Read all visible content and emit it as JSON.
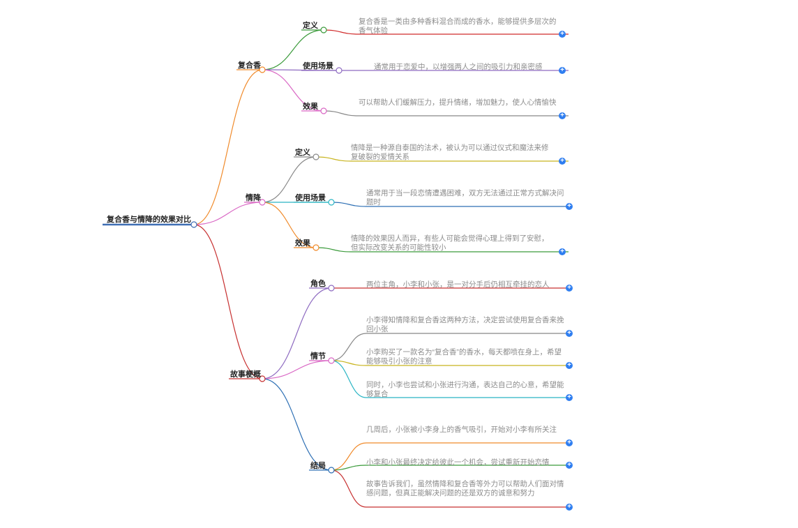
{
  "root": {
    "label": "复合香与情降的效果对比"
  },
  "colors": {
    "root_line": "#3f6fb4",
    "plus": "#2f7ef0",
    "leaf_text": "#8c8c8c"
  },
  "branches": [
    {
      "label": "复合香",
      "color": "#f08a2a",
      "subs": [
        {
          "label": "定义",
          "color": "#3a9a3a",
          "leaves": [
            {
              "text": "复合香是一类由多种香料混合而成的香水，能够提供多层次的香气体验",
              "color": "#d02a2a"
            }
          ]
        },
        {
          "label": "使用场景",
          "color": "#8e6bc1",
          "leaves": [
            {
              "text": "通常用于恋爱中，以增强两人之间的吸引力和亲密感",
              "color": "#8e6bc1"
            }
          ]
        },
        {
          "label": "效果",
          "color": "#d966c4",
          "leaves": [
            {
              "text": "可以帮助人们缓解压力，提升情绪，增加魅力，使人心情愉快",
              "color": "#888888"
            }
          ]
        }
      ]
    },
    {
      "label": "情降",
      "color": "#d966c4",
      "subs": [
        {
          "label": "定义",
          "color": "#888888",
          "leaves": [
            {
              "text": "情降是一种源自泰国的法术，被认为可以通过仪式和魔法来修复破裂的爱情关系",
              "color": "#c8b41e"
            }
          ]
        },
        {
          "label": "使用场景",
          "color": "#2bb5c4",
          "leaves": [
            {
              "text": "通常用于当一段恋情遭遇困难，双方无法通过正常方式解决问题时",
              "color": "#2d6fb4"
            }
          ]
        },
        {
          "label": "效果",
          "color": "#f08a2a",
          "leaves": [
            {
              "text": "情降的效果因人而异，有些人可能会觉得心理上得到了安慰，但实际改变关系的可能性较小",
              "color": "#3a9a3a"
            }
          ]
        }
      ]
    },
    {
      "label": "故事梗概",
      "color": "#c73030",
      "subs": [
        {
          "label": "角色",
          "color": "#8e6bc1",
          "leaves": [
            {
              "text": "两位主角，小李和小张，是一对分手后仍相互牵挂的恋人",
              "color": "#c73030"
            }
          ]
        },
        {
          "label": "情节",
          "color": "#d966c4",
          "leaves": [
            {
              "text": "小李得知情降和复合香这两种方法，决定尝试使用复合香来挽回小张",
              "color": "#888888"
            },
            {
              "text": "小李购买了一款名为“复合香”的香水，每天都喷在身上，希望能够吸引小张的注意",
              "color": "#c8b41e"
            },
            {
              "text": "同时，小李也尝试和小张进行沟通，表达自己的心意，希望能够复合",
              "color": "#2bb5c4"
            }
          ]
        },
        {
          "label": "结局",
          "color": "#2d6fb4",
          "leaves": [
            {
              "text": "几周后，小张被小李身上的香气吸引，开始对小李有所关注",
              "color": "#f08a2a"
            },
            {
              "text": "小李和小张最终决定给彼此一个机会，尝试重新开始恋情",
              "color": "#3a9a3a"
            },
            {
              "text": "故事告诉我们，虽然情降和复合香等外力可以帮助人们面对情感问题，但真正能解决问题的还是双方的诚意和努力",
              "color": "#c73030"
            }
          ]
        }
      ]
    }
  ]
}
